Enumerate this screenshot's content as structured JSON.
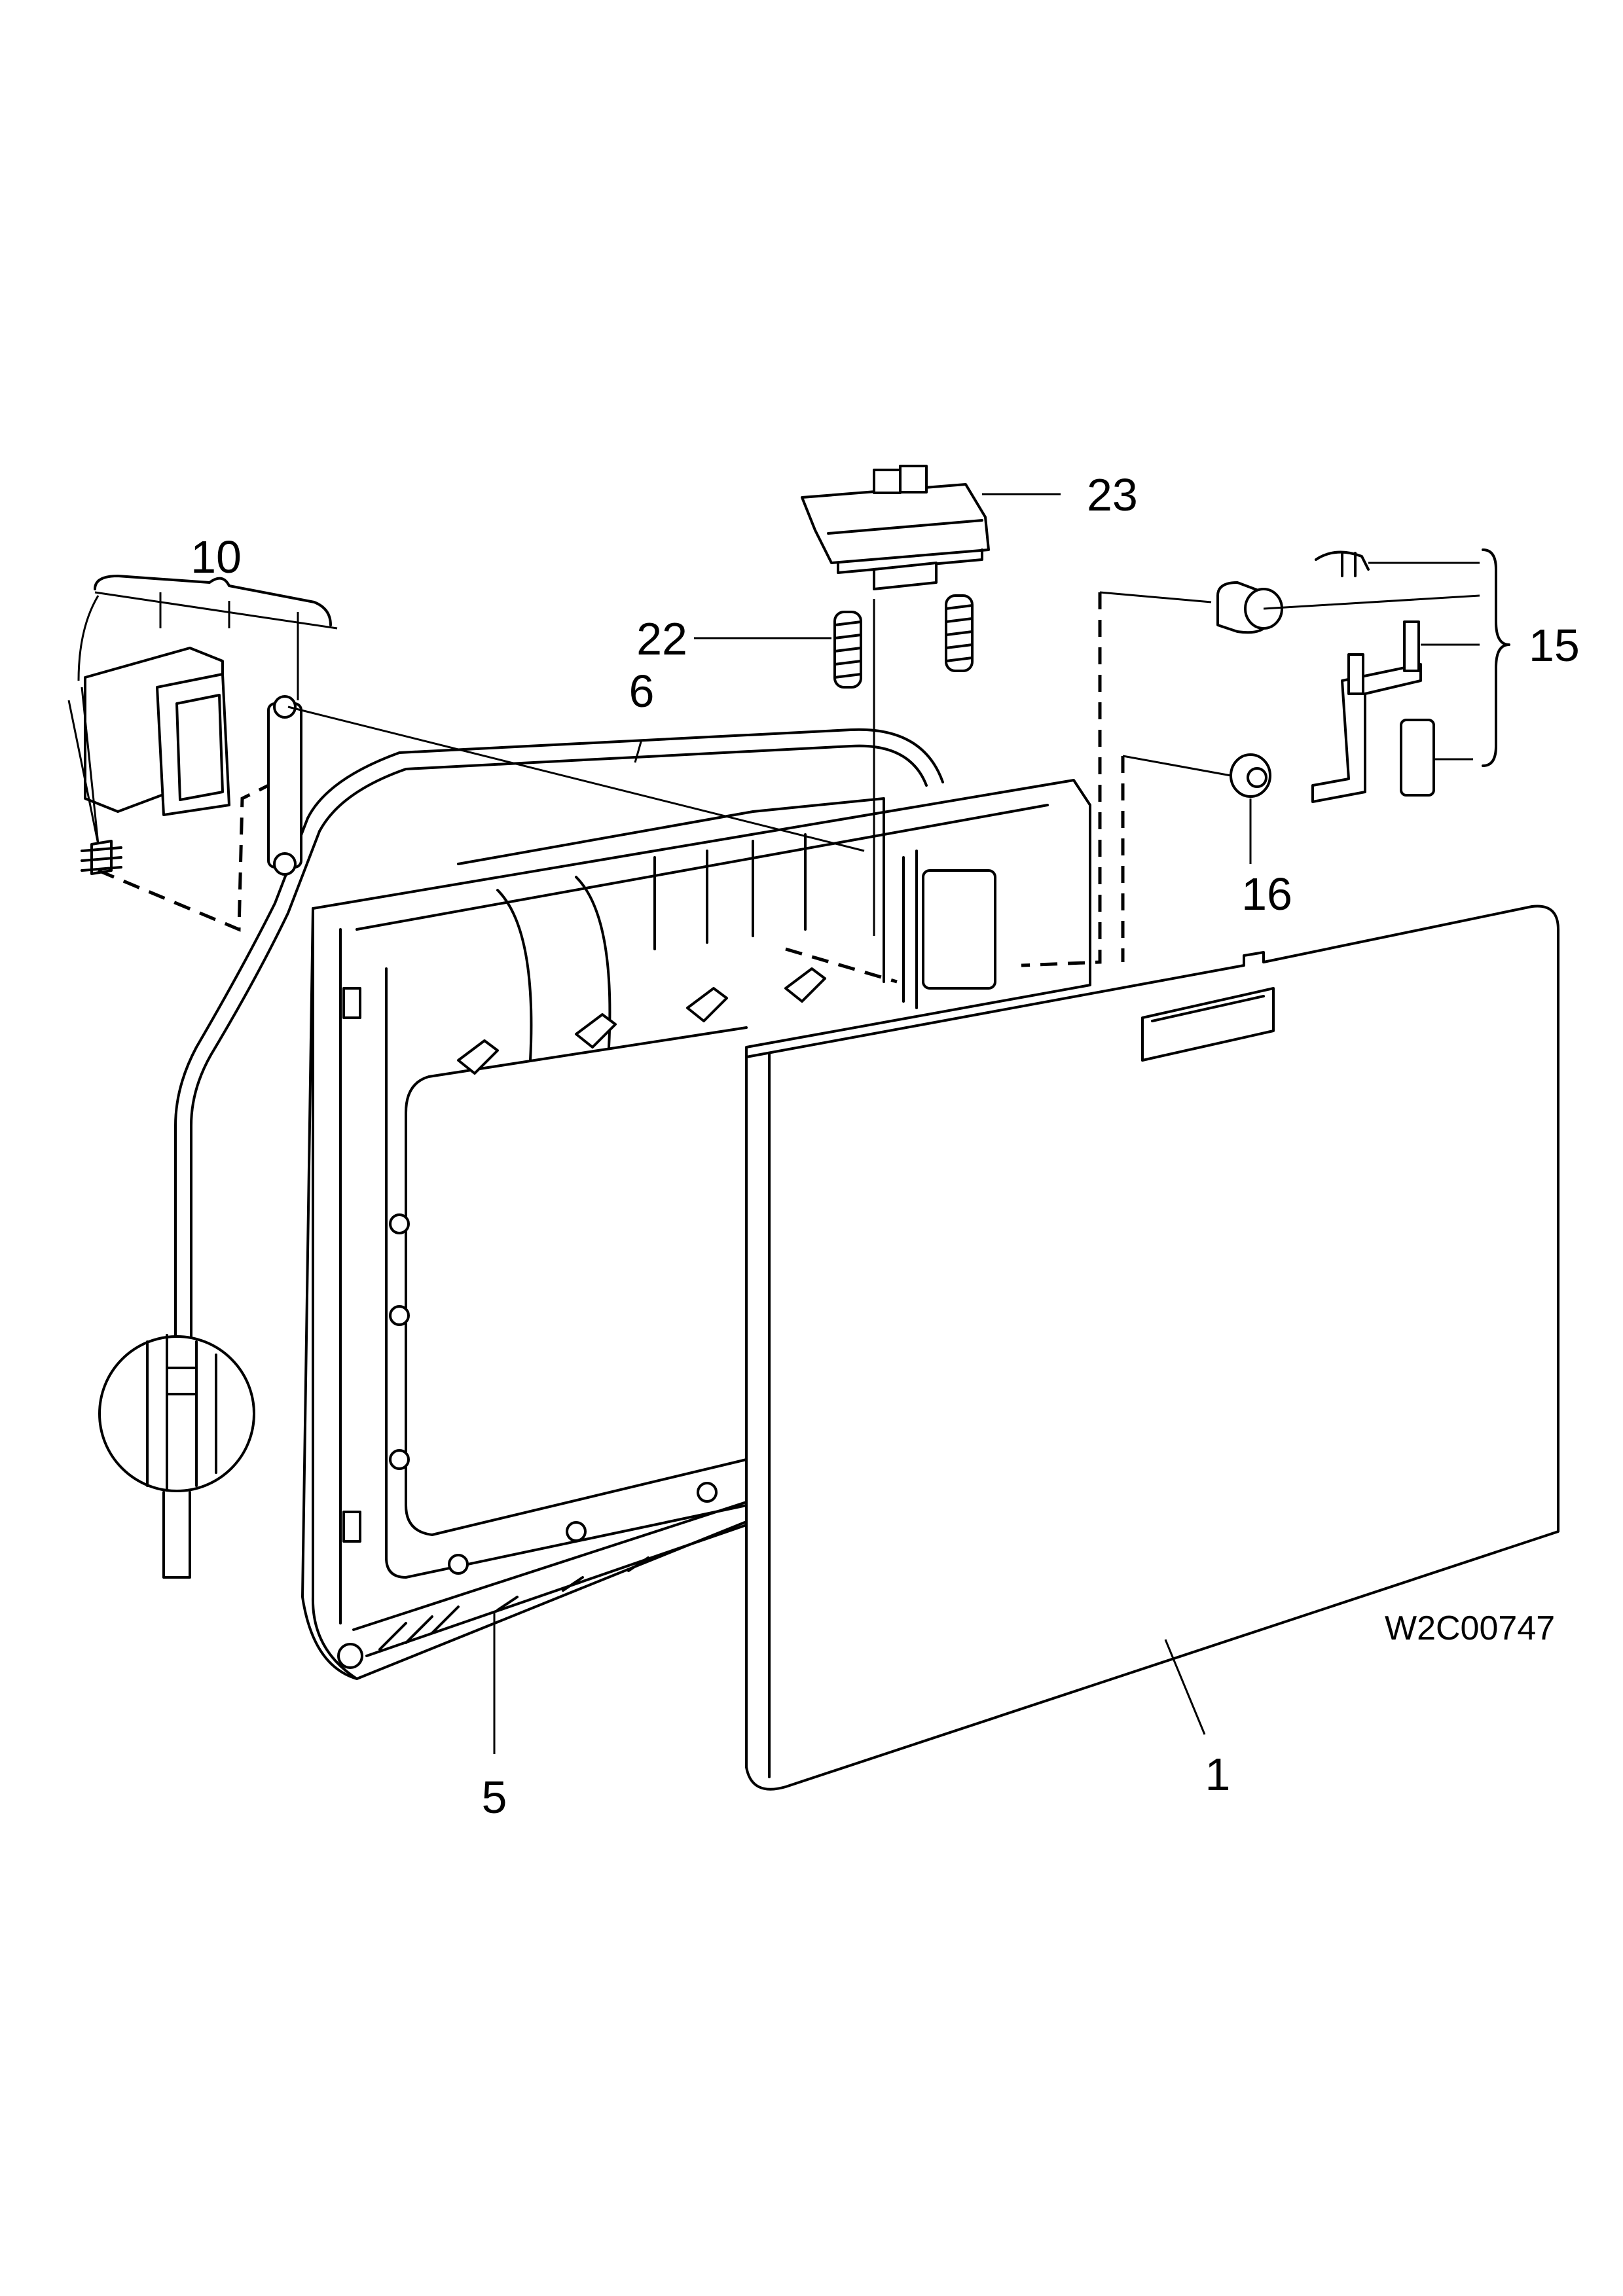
{
  "drawing_code": "W2C00747",
  "callouts": {
    "door_panel": "1",
    "inner_door": "5",
    "door_seal": "6",
    "hinge_assembly": "10",
    "latch_assembly": "15",
    "roller": "16",
    "spring": "22",
    "handle": "23"
  }
}
